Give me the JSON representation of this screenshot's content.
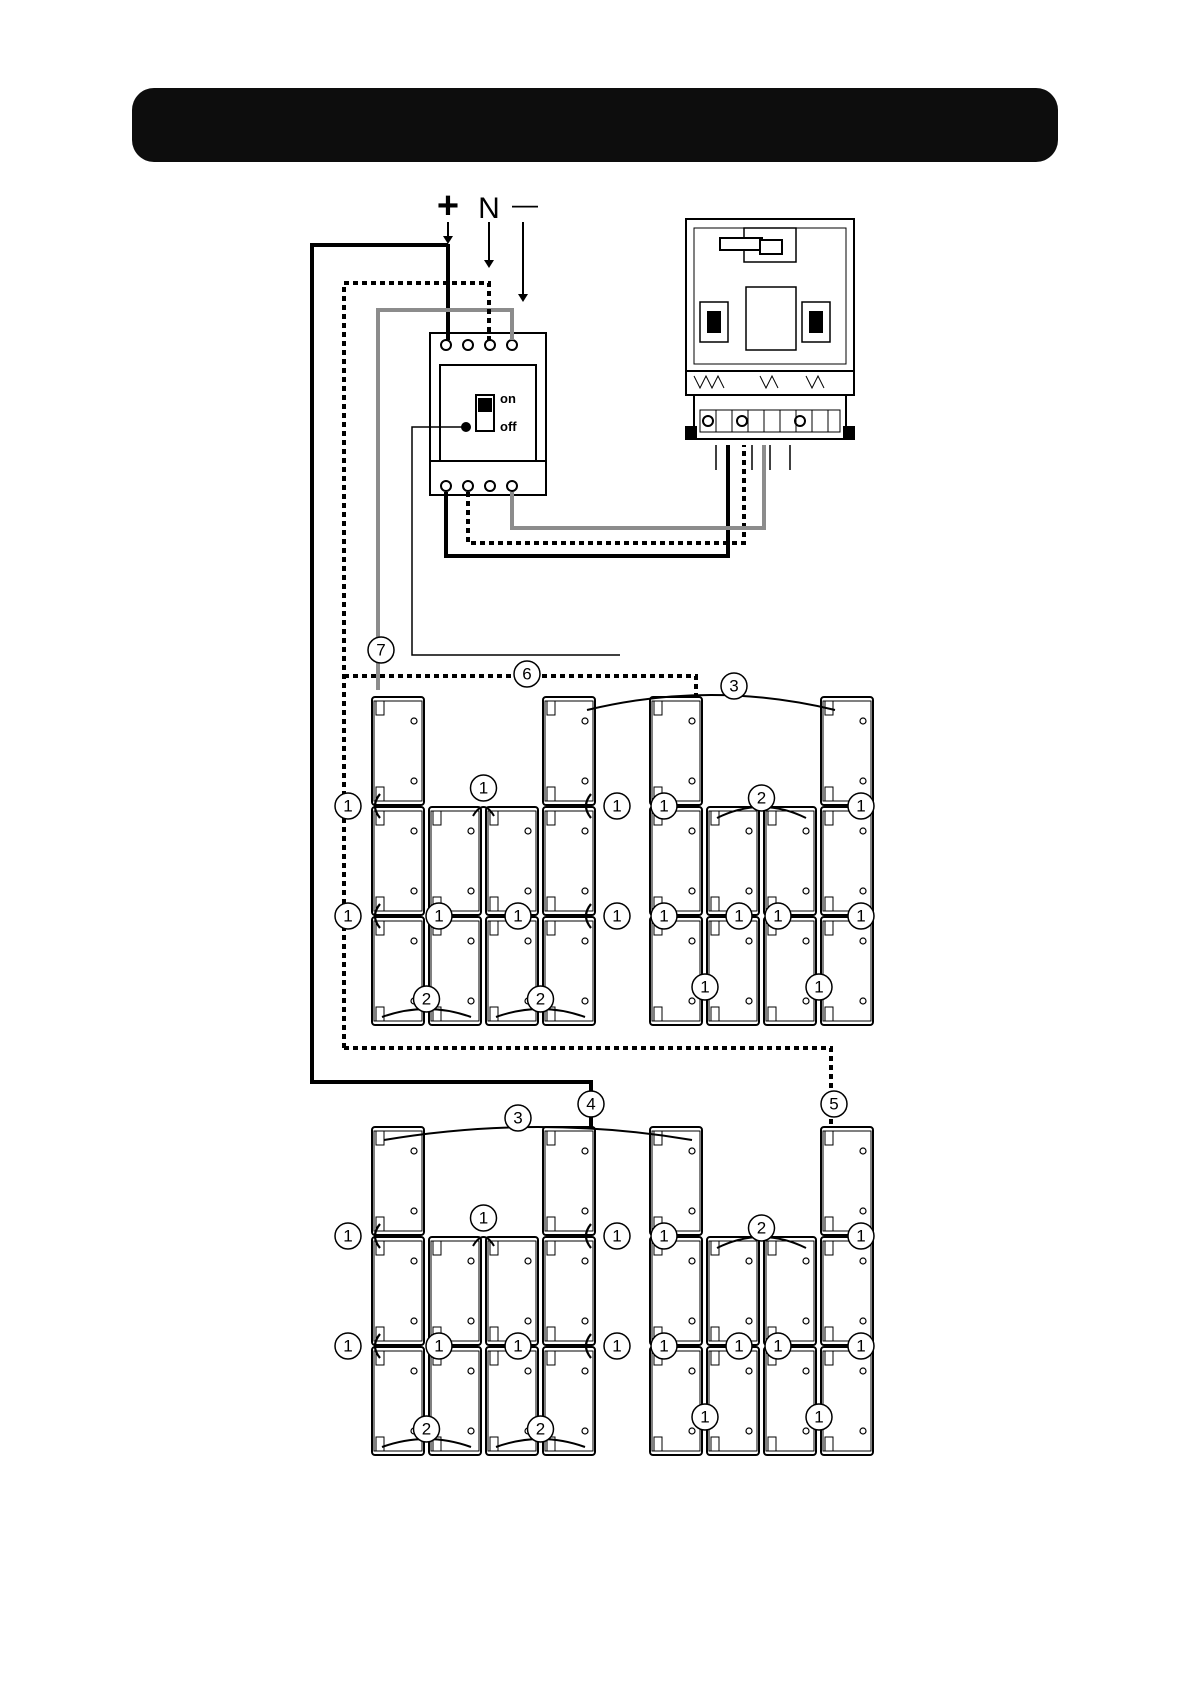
{
  "terminals": {
    "plus": "+",
    "neutral": "N",
    "minus": "—"
  },
  "breaker": {
    "on_label": "on",
    "off_label": "off"
  },
  "callouts": {
    "c1": "1",
    "c2": "2",
    "c3": "3",
    "c4": "4",
    "c5": "5",
    "c6": "6",
    "c7": "7"
  },
  "colors": {
    "banner": "#0d0d0d",
    "wire_positive": "#000000",
    "wire_negative": "#8c8c8c",
    "line": "#000000"
  }
}
